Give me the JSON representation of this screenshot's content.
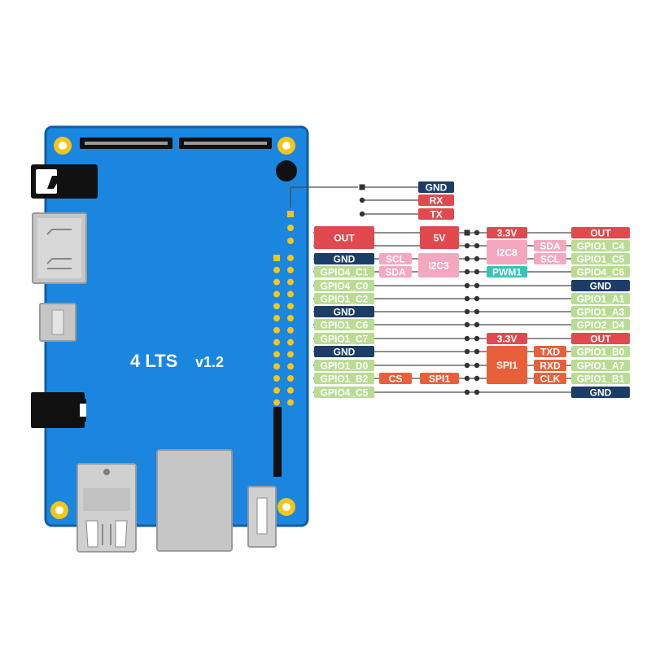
{
  "board": {
    "title": "4 LTS",
    "version": "v1.2"
  },
  "colors": {
    "board": "#1a86e0",
    "board_edge": "#0f5ea8",
    "hole": "#f5c518",
    "red": "#e04a4f",
    "pink": "#f3a8bf",
    "navy": "#1b3d66",
    "green": "#b9dc93",
    "green_text": "#ffffff",
    "orange": "#e8603a",
    "teal": "#35c4b8",
    "connector": "#9a9a9a",
    "black": "#111111"
  },
  "debug_uart": [
    "GND",
    "RX",
    "TX"
  ],
  "left_pins": [
    "OUT",
    "GND",
    "GPIO4_C1",
    "GPIO4_C0",
    "GPIO1_C2",
    "GND",
    "GPIO1_C6",
    "GPIO1_C7",
    "GND",
    "GPIO1_D0",
    "GPIO1_B2",
    "GPIO4_C5"
  ],
  "left_functions": {
    "i2c3": "I2C3",
    "scl": "SCL",
    "sda": "SDA",
    "cs": "CS",
    "spi1": "SPI1",
    "five_v": "5V"
  },
  "right_functions": {
    "v33_top": "3.3V",
    "i2c8": "I2C8",
    "sda": "SDA",
    "scl": "SCL",
    "pwm1": "PWM1",
    "v33_mid": "3.3V",
    "spi1": "SPI1",
    "txd": "TXD",
    "rxd": "RXD",
    "clk": "CLK"
  },
  "right_pins": [
    "OUT",
    "GPIO1_C4",
    "GPIO1_C5",
    "GPIO4_C6",
    "GND",
    "GPIO1_A1",
    "GPIO1_A3",
    "GPIO2_D4",
    "OUT",
    "GPIO1_B0",
    "GPIO1_A7",
    "GPIO1_B1",
    "GND"
  ]
}
